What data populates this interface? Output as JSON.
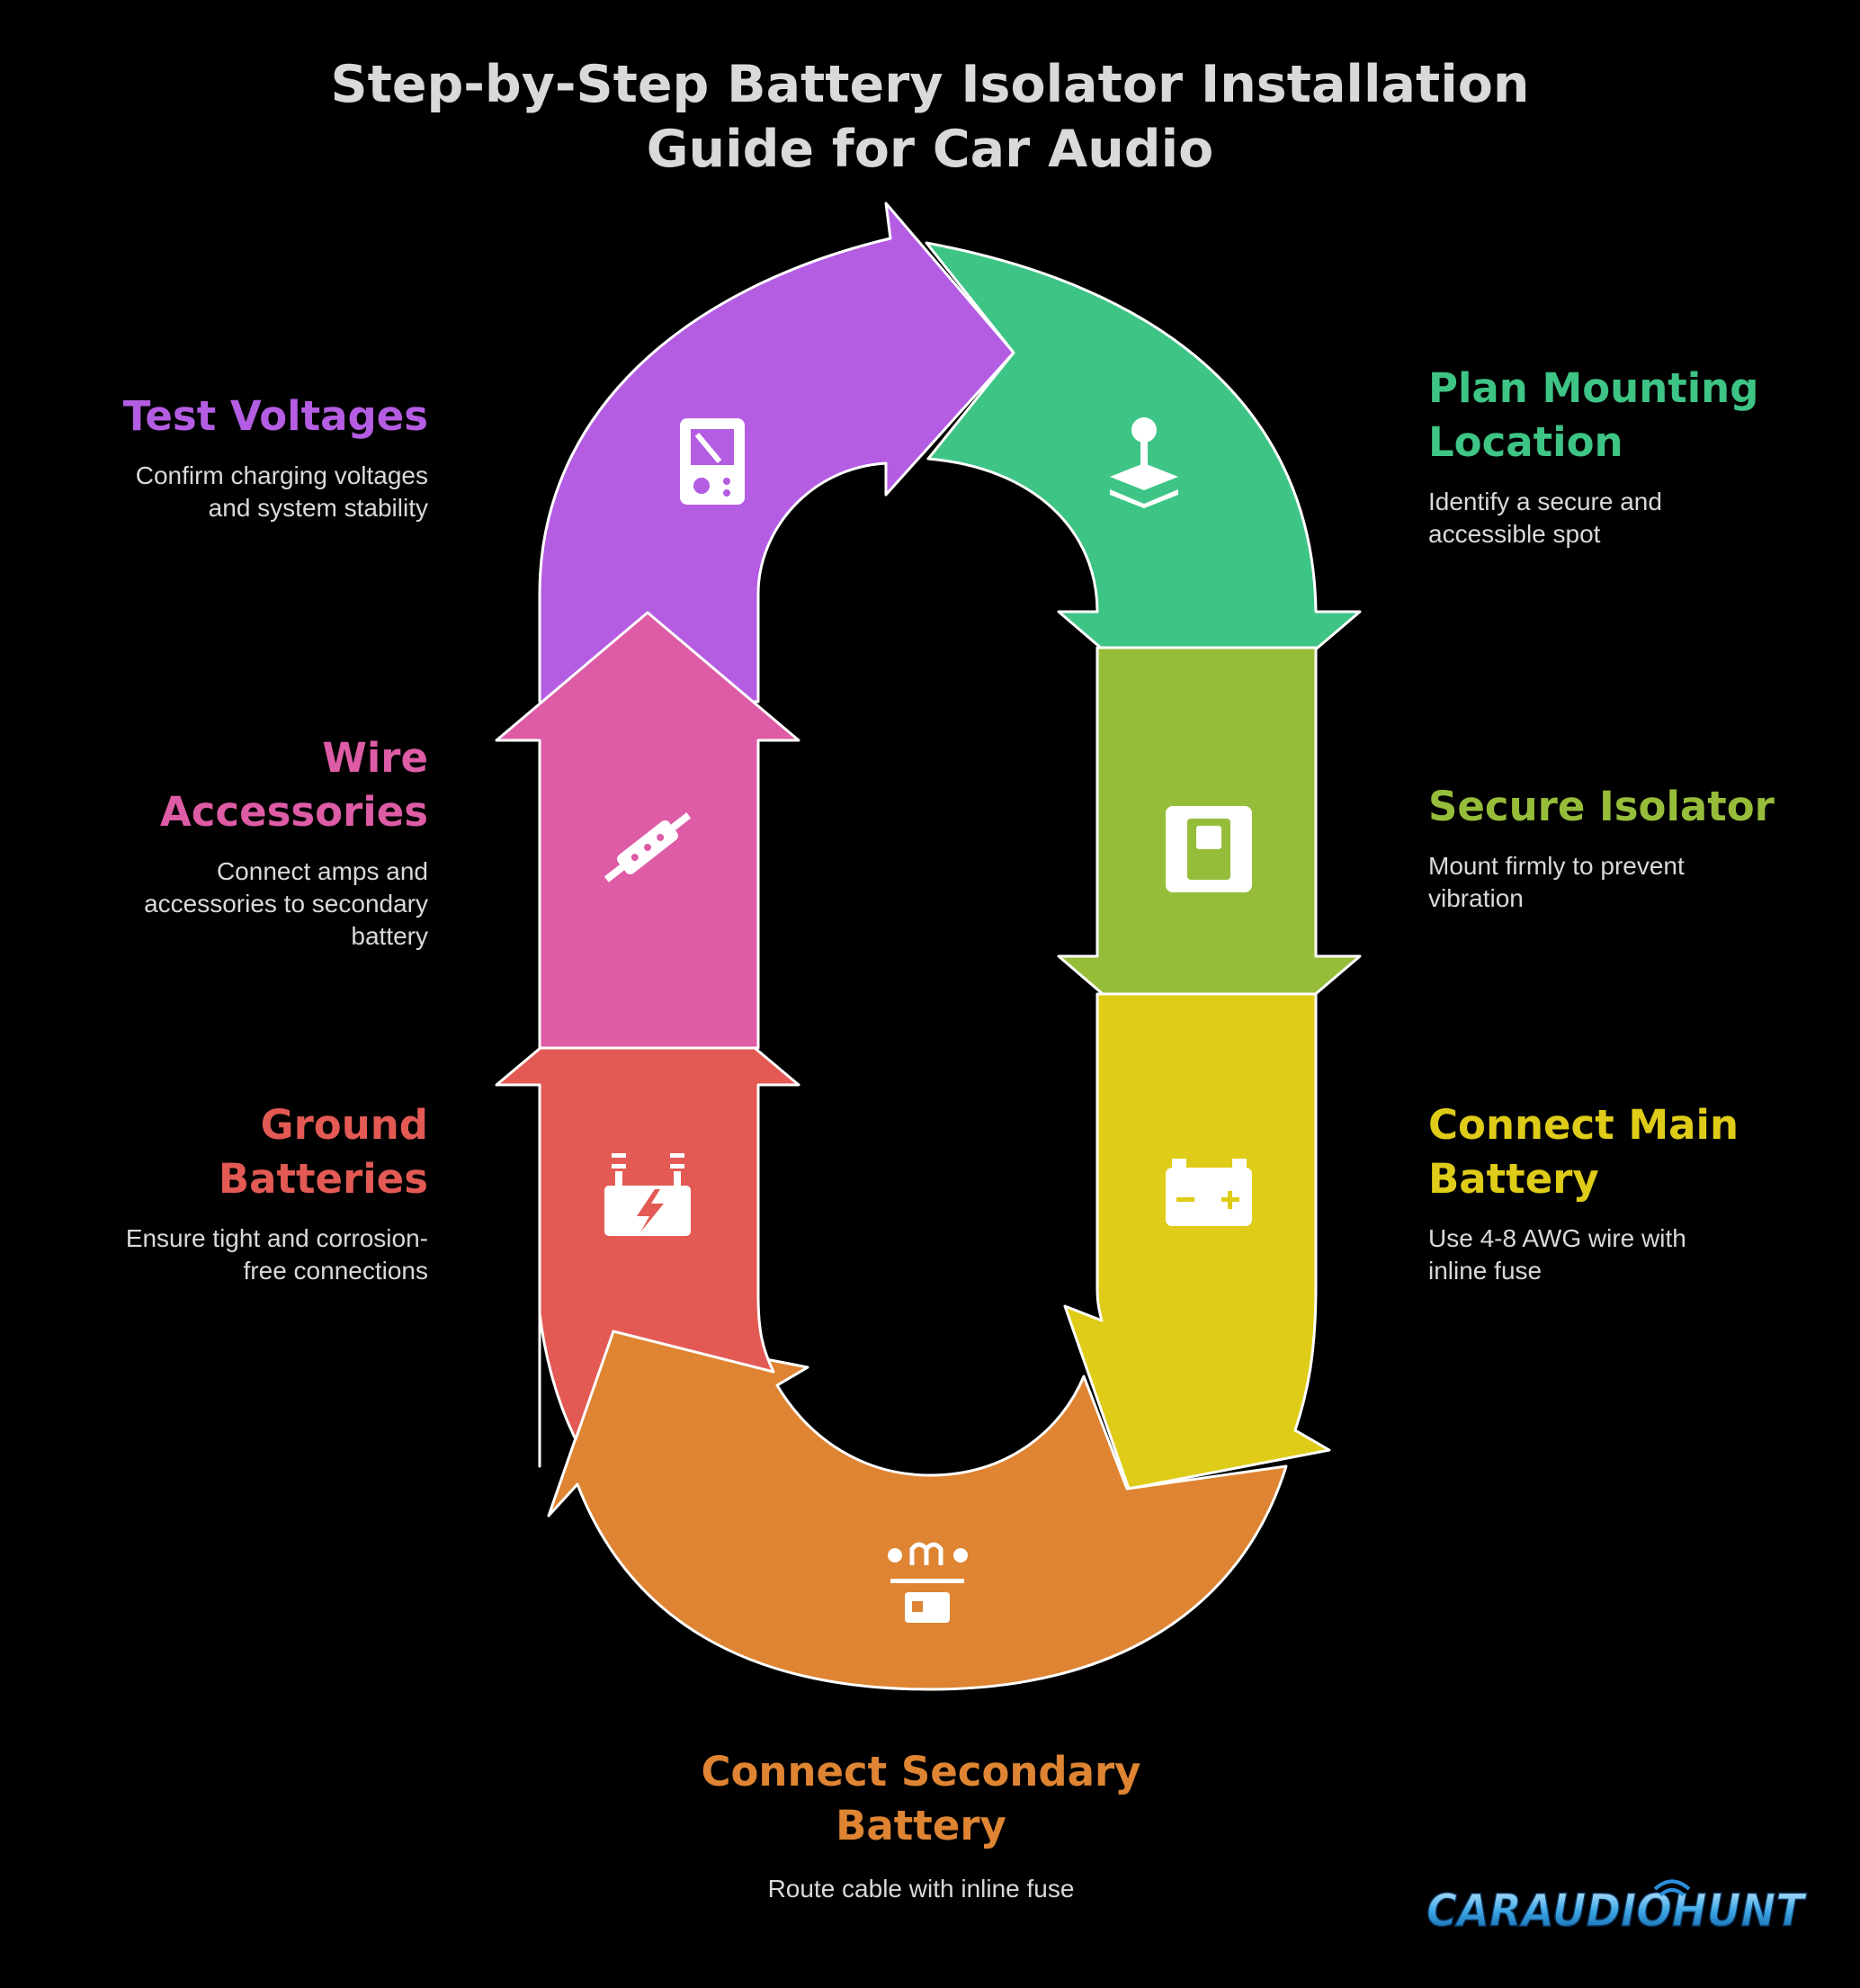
{
  "title": {
    "line1": "Step-by-Step Battery Isolator  Installation",
    "line2": "Guide for Car Audio"
  },
  "steps": [
    {
      "id": "plan",
      "title1": "Plan Mounting",
      "title2": "Location",
      "desc1": "Identify a secure and",
      "desc2": "accessible spot",
      "color": "#3ec485",
      "icon": "joystick-icon"
    },
    {
      "id": "secure",
      "title1": "Secure Isolator",
      "title2": "",
      "desc1": "Mount firmly to prevent",
      "desc2": "vibration",
      "color": "#96bd3a",
      "icon": "switch-icon"
    },
    {
      "id": "main",
      "title1": "Connect Main",
      "title2": "Battery",
      "desc1": "Use 4-8 AWG wire with",
      "desc2": "inline fuse",
      "color": "#dfcc18",
      "icon": "car-battery-icon"
    },
    {
      "id": "secondary",
      "title1": "Connect Secondary",
      "title2": "Battery",
      "desc1": "Route cable with inline fuse",
      "desc2": "",
      "color": "#de8432",
      "icon": "battery-fuse-icon"
    },
    {
      "id": "ground",
      "title1": "Ground",
      "title2": "Batteries",
      "desc1": "Ensure tight and corrosion-",
      "desc2": "free connections",
      "color": "#e35a55",
      "icon": "battery-lightning-icon"
    },
    {
      "id": "wire",
      "title1": "Wire",
      "title2": "Accessories",
      "desc1": "Connect amps and",
      "desc2": "accessories to secondary",
      "desc3": "battery",
      "color": "#de5ba6",
      "icon": "wire-strip-icon"
    },
    {
      "id": "test",
      "title1": "Test Voltages",
      "title2": "",
      "desc1": "Confirm charging voltages",
      "desc2": "and system stability",
      "color": "#b45de2",
      "icon": "multimeter-icon"
    }
  ],
  "logo": {
    "text": "CARAUDIOHUNT"
  }
}
